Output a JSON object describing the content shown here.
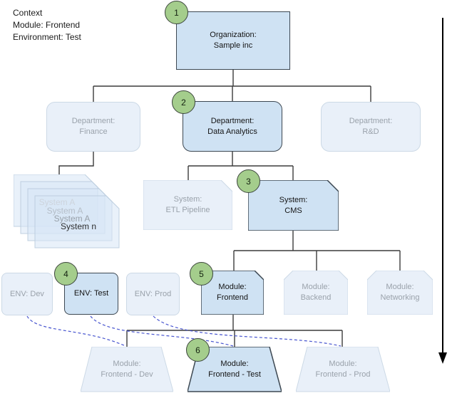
{
  "context": {
    "heading": "Context",
    "module_line": "Module: Frontend",
    "environment_line": "Environment: Test"
  },
  "tree": {
    "organization": {
      "badge": "1",
      "label": "Organization:\nSample inc"
    },
    "departments": {
      "finance": {
        "label": "Department:\nFinance"
      },
      "data_analytics": {
        "badge": "2",
        "label": "Department:\nData Analytics"
      },
      "rnd": {
        "label": "Department:\nR&D"
      }
    },
    "systems": {
      "stack_labels": [
        "System A",
        "System A",
        "System A",
        "System n"
      ],
      "etl": {
        "label": "System:\nETL Pipeline"
      },
      "cms": {
        "badge": "3",
        "label": "System:\nCMS"
      }
    },
    "environments": {
      "dev": {
        "label": "ENV: Dev"
      },
      "test": {
        "badge": "4",
        "label": "ENV: Test"
      },
      "prod": {
        "label": "ENV: Prod"
      }
    },
    "modules": {
      "frontend": {
        "badge": "5",
        "label": "Module:\nFrontend"
      },
      "backend": {
        "label": "Module:\nBackend"
      },
      "networking": {
        "label": "Module:\nNetworking"
      }
    },
    "deployments": {
      "frontend_dev": {
        "label": "Module:\nFrontend - Dev"
      },
      "frontend_test": {
        "badge": "6",
        "label": "Module:\nFrontend - Test"
      },
      "frontend_prod": {
        "label": "Module:\nFrontend - Prod"
      }
    }
  },
  "colors": {
    "highlight_fill": "#cfe2f3",
    "highlight_border": "#3d4852",
    "faded_fill": "#e9f0f9",
    "faded_border": "#ccd9e6",
    "badge_fill": "#a4cd8c",
    "connector": "#3c3c3c",
    "dashed_link": "#4855cf"
  }
}
